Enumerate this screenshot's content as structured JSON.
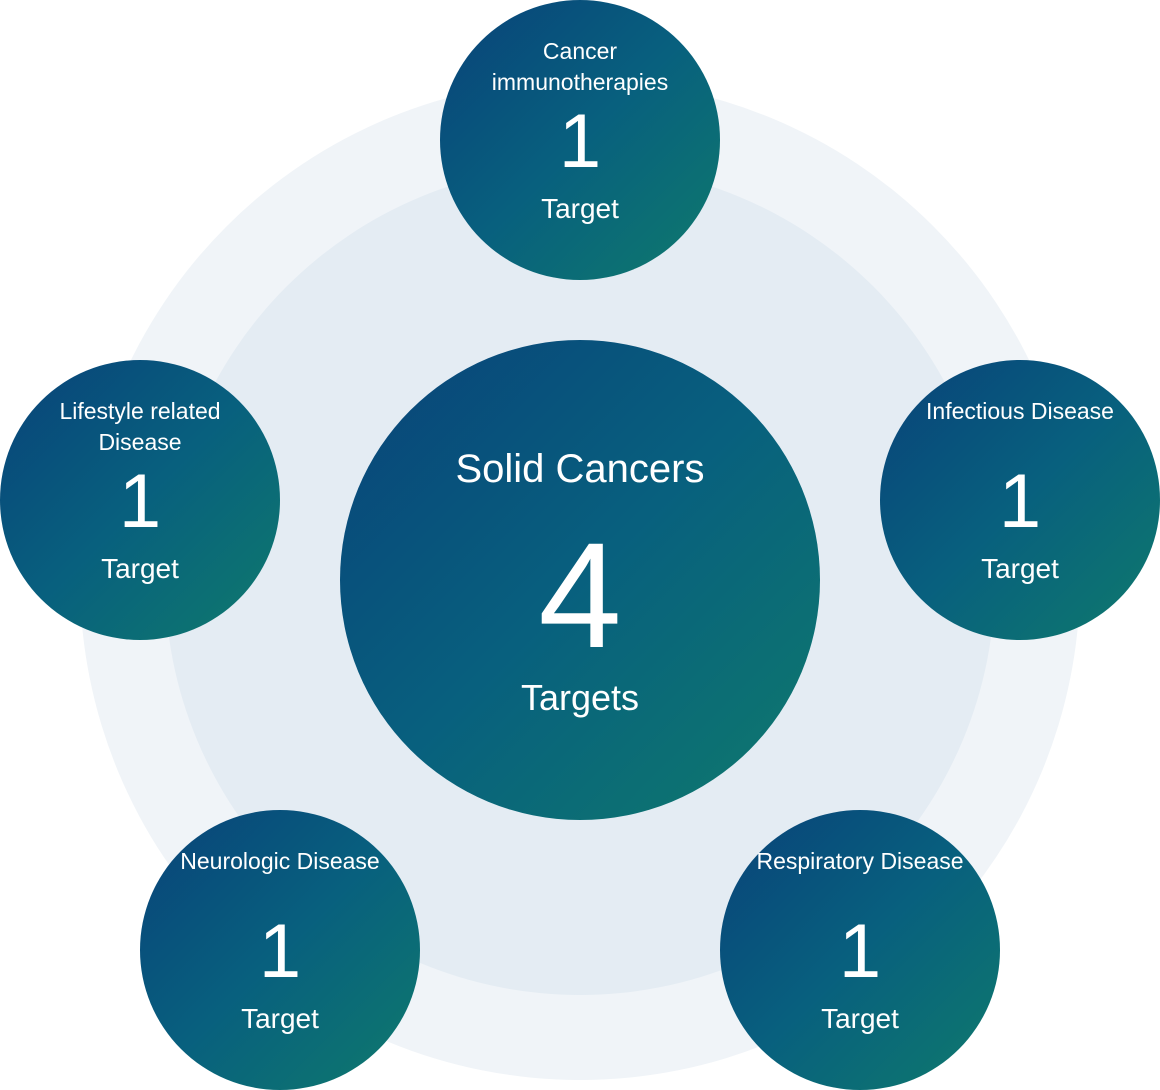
{
  "center": {
    "title": "Solid Cancers",
    "count": "4",
    "unit": "Targets"
  },
  "nodes": {
    "top": {
      "title": "Cancer immunotherapies",
      "count": "1",
      "unit": "Target"
    },
    "left": {
      "title": "Lifestyle related Disease",
      "count": "1",
      "unit": "Target"
    },
    "right": {
      "title": "Infectious Disease",
      "count": "1",
      "unit": "Target"
    },
    "bottom_left": {
      "title": "Neurologic Disease",
      "count": "1",
      "unit": "Target"
    },
    "bottom_right": {
      "title": "Respiratory Disease",
      "count": "1",
      "unit": "Target"
    }
  },
  "colors": {
    "circle_gradient_start": "#094279",
    "circle_gradient_mid": "#08607e",
    "circle_gradient_end": "#0f7a6c",
    "outer_ring": "#f0f4f8",
    "inner_ring": "#e4ecf3"
  }
}
